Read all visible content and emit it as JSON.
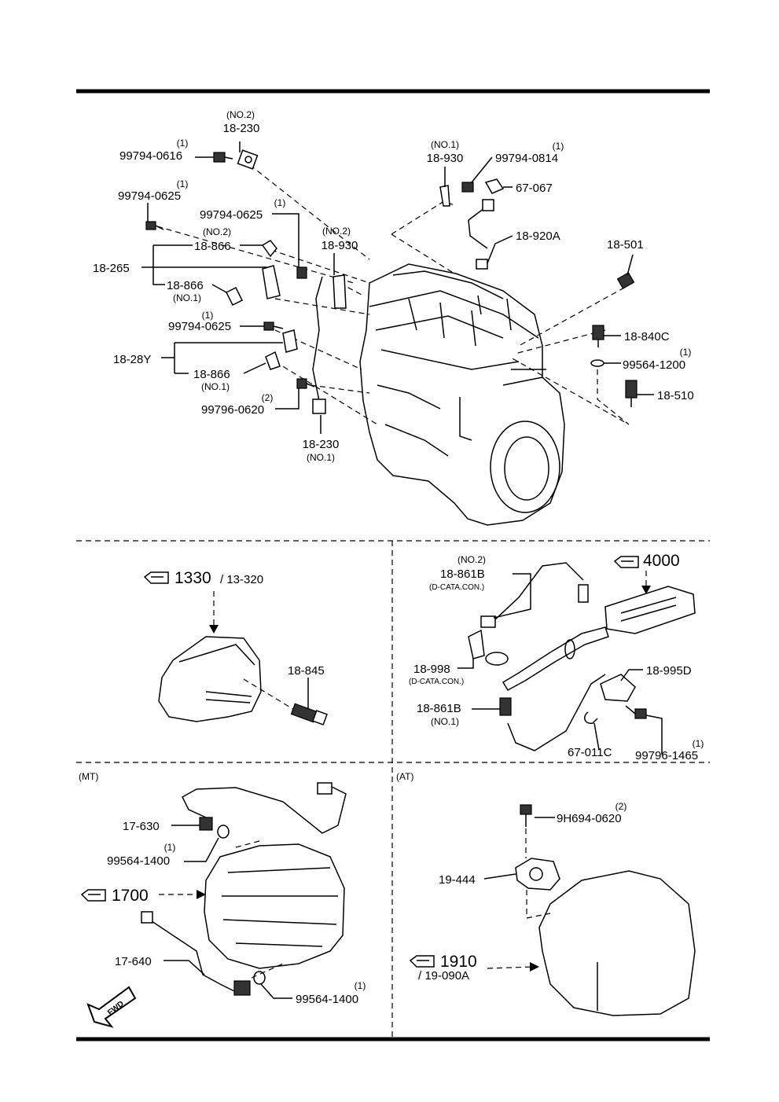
{
  "engine_section": {
    "no2_sensor_230": {
      "sub": "(NO.2)",
      "part": "18-230"
    },
    "bolt_0616": {
      "qty": "(1)",
      "part": "99794-0616"
    },
    "bolt_0625_top": {
      "qty": "(1)",
      "part": "99794-0625"
    },
    "bolt_0625_mid": {
      "qty": "(1)",
      "part": "99794-0625"
    },
    "bracket_866_no2": {
      "sub": "(NO.2)",
      "part": "18-866"
    },
    "group_265": {
      "part": "18-265"
    },
    "bracket_866_no1_a": {
      "part": "18-866",
      "sub": "(NO.1)"
    },
    "bolt_0625_low": {
      "qty": "(1)",
      "part": "99794-0625"
    },
    "group_28y": {
      "part": "18-28Y"
    },
    "bracket_866_no1_b": {
      "part": "18-866",
      "sub": "(NO.1)"
    },
    "bolt_0620": {
      "qty": "(2)",
      "part": "99796-0620"
    },
    "sensor_230_no1": {
      "part": "18-230",
      "sub": "(NO.1)"
    },
    "bracket_930_no2": {
      "sub": "(NO.2)",
      "part": "18-930"
    },
    "bracket_930_no1": {
      "sub": "(NO.1)",
      "part": "18-930"
    },
    "bolt_0814": {
      "qty": "(1)",
      "part": "99794-0814"
    },
    "clip_067": {
      "part": "67-067"
    },
    "knock_920a": {
      "part": "18-920A"
    },
    "sensor_501": {
      "part": "18-501"
    },
    "sensor_840c": {
      "part": "18-840C"
    },
    "washer_1200": {
      "qty": "(1)",
      "part": "99564-1200"
    },
    "sensor_510": {
      "part": "18-510"
    }
  },
  "intake_section": {
    "ref_main": "1330",
    "ref_sub": "/ 13-320",
    "sensor_845": {
      "part": "18-845"
    }
  },
  "exhaust_section": {
    "ref_main": "4000",
    "o2_no2": {
      "sub": "(NO.2)",
      "part": "18-861B",
      "note": "(D-CATA.CON.)"
    },
    "bracket_998": {
      "part": "18-998",
      "note": "(D-CATA.CON.)"
    },
    "o2_no1": {
      "part": "18-861B",
      "sub": "(NO.1)"
    },
    "bracket_995d": {
      "part": "18-995D"
    },
    "clip_011c": {
      "part": "67-011C"
    },
    "bolt_1465": {
      "qty": "(1)",
      "part": "99796-1465"
    }
  },
  "mt_section": {
    "title": "(MT)",
    "switch_630": {
      "part": "17-630"
    },
    "washer_1400_a": {
      "qty": "(1)",
      "part": "99564-1400"
    },
    "ref_main": "1700",
    "switch_640": {
      "part": "17-640"
    },
    "washer_1400_b": {
      "qty": "(1)",
      "part": "99564-1400"
    },
    "fwd_label": "FWD"
  },
  "at_section": {
    "title": "(AT)",
    "bolt_0620": {
      "qty": "(2)",
      "part": "9H694-0620"
    },
    "switch_444": {
      "part": "19-444"
    },
    "ref_main": "1910",
    "ref_sub": "/ 19-090A"
  },
  "colors": {
    "ink": "#000000",
    "paper": "#ffffff"
  }
}
